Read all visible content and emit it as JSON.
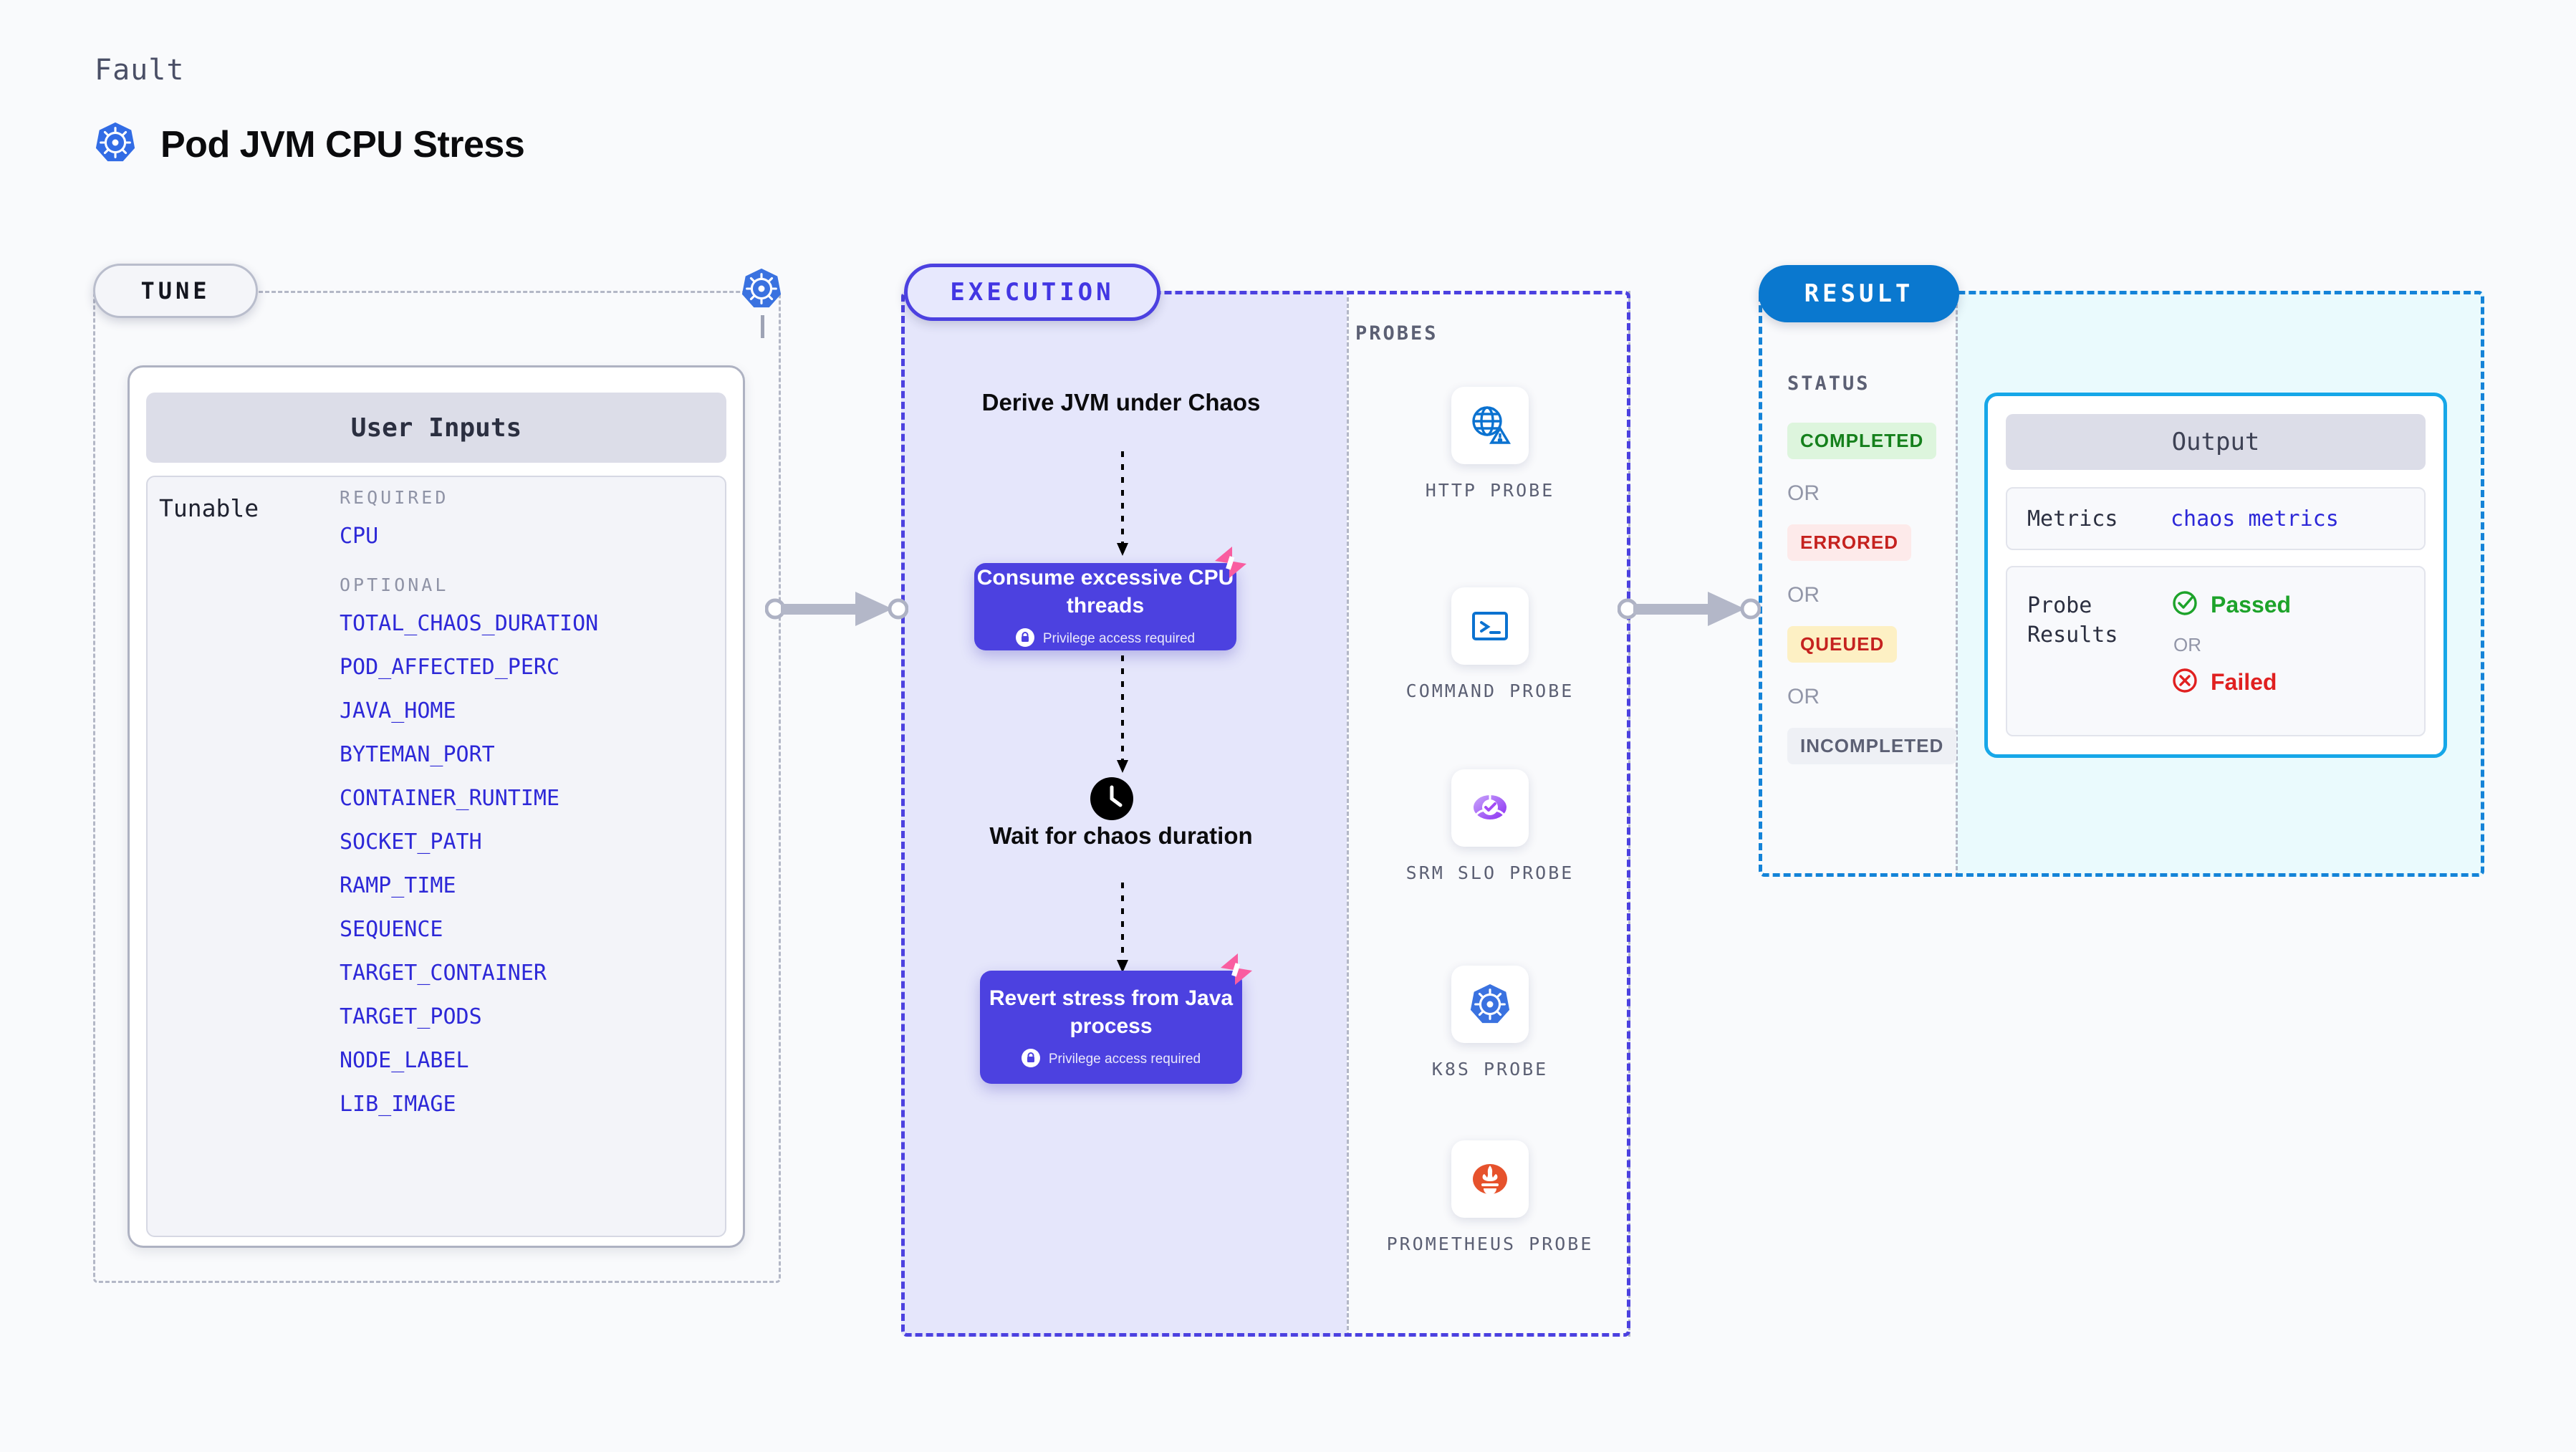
{
  "header": {
    "eyebrow": "Fault",
    "title": "Pod JVM CPU Stress",
    "icon": "kubernetes-icon"
  },
  "tune": {
    "pill_label": "TUNE",
    "badge_icon": "kubernetes-icon",
    "user_inputs_title": "User Inputs",
    "tunable_label": "Tunable",
    "required_label": "REQUIRED",
    "optional_label": "OPTIONAL",
    "required_params": [
      "CPU"
    ],
    "optional_params": [
      "TOTAL_CHAOS_DURATION",
      "POD_AFFECTED_PERC",
      "JAVA_HOME",
      "BYTEMAN_PORT",
      "CONTAINER_RUNTIME",
      "SOCKET_PATH",
      "RAMP_TIME",
      "SEQUENCE",
      "TARGET_CONTAINER",
      "TARGET_PODS",
      "NODE_LABEL",
      "LIB_IMAGE"
    ]
  },
  "execution": {
    "pill_label": "EXECUTION",
    "steps": {
      "derive": "Derive JVM under Chaos",
      "consume": "Consume excessive CPU threads",
      "wait": "Wait for chaos duration",
      "revert": "Revert stress from Java process"
    },
    "privilege_note": "Privilege access required",
    "privilege_icon": "lock-icon",
    "clock_icon": "clock-icon",
    "marker_icon": "harness-logo-icon"
  },
  "probes": {
    "title": "PROBES",
    "items": [
      {
        "label": "HTTP PROBE",
        "icon": "globe-warning-icon"
      },
      {
        "label": "COMMAND PROBE",
        "icon": "terminal-icon"
      },
      {
        "label": "SRM SLO PROBE",
        "icon": "srm-slo-icon"
      },
      {
        "label": "K8S PROBE",
        "icon": "kubernetes-icon"
      },
      {
        "label": "PROMETHEUS PROBE",
        "icon": "prometheus-icon"
      }
    ]
  },
  "result": {
    "pill_label": "RESULT",
    "status_title": "STATUS",
    "or_label": "OR",
    "statuses": [
      {
        "label": "COMPLETED",
        "bg": "#ddf5dd",
        "fg": "#15801c"
      },
      {
        "label": "ERRORED",
        "bg": "#fdeaea",
        "fg": "#c5221f"
      },
      {
        "label": "QUEUED",
        "bg": "#fdf0c4",
        "fg": "#c5221f"
      },
      {
        "label": "INCOMPLETED",
        "bg": "#eef0f5",
        "fg": "#5c6074"
      }
    ],
    "output": {
      "title": "Output",
      "metrics_label": "Metrics",
      "metrics_value": "chaos metrics",
      "probe_results_label": "Probe Results",
      "passed_label": "Passed",
      "passed_color": "#1da32a",
      "passed_icon": "check-circle-icon",
      "failed_label": "Failed",
      "failed_color": "#e02020",
      "failed_icon": "x-circle-icon",
      "or_label": "OR"
    }
  }
}
